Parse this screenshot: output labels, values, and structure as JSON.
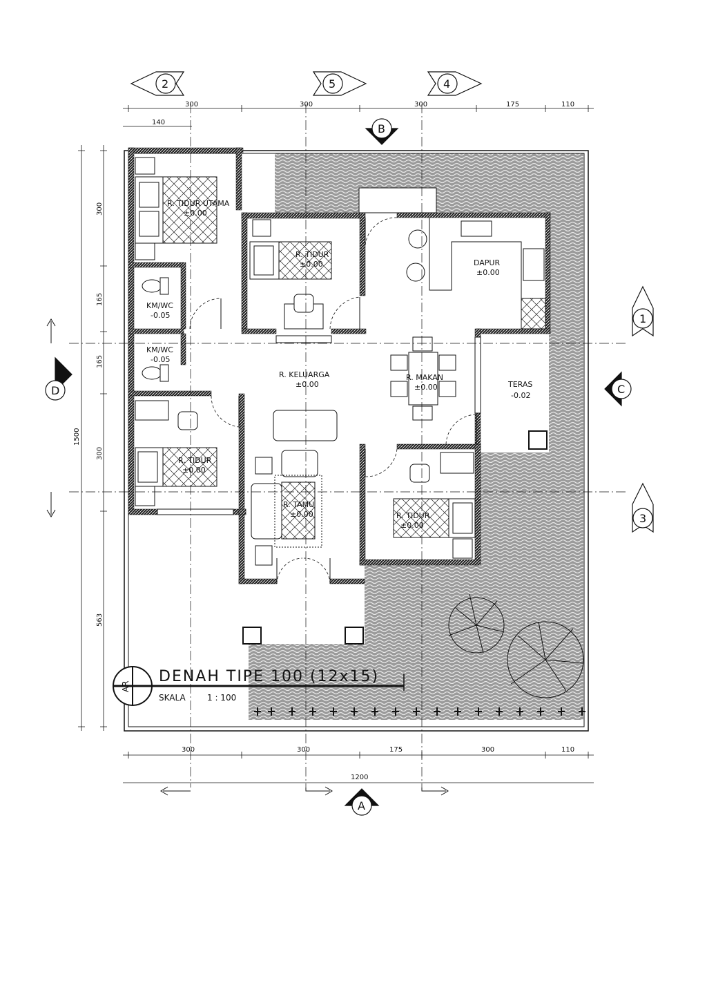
{
  "drawing": {
    "title": "DENAH TIPE 100 (12x15)",
    "scale_label": "SKALA",
    "scale_value": "1 : 100",
    "badge": "AR"
  },
  "rooms": {
    "master_bedroom": {
      "name": "R. TIDUR UTAMA",
      "level": "±0.00"
    },
    "bedroom_1": {
      "name": "R. TIDUR",
      "level": "±0.00"
    },
    "bedroom_2": {
      "name": "R. TIDUR",
      "level": "±0.00"
    },
    "bedroom_3": {
      "name": "R. TIDUR",
      "level": "±0.00"
    },
    "bath_1": {
      "name": "KM/WC",
      "level": "-0.05"
    },
    "bath_2": {
      "name": "KM/WC",
      "level": "-0.05"
    },
    "family_room": {
      "name": "R. KELUARGA",
      "level": "±0.00"
    },
    "dining": {
      "name": "R. MAKAN",
      "level": "±0.00"
    },
    "kitchen": {
      "name": "DAPUR",
      "level": "±0.00"
    },
    "terrace": {
      "name": "TERAS",
      "level": "-0.02"
    },
    "living": {
      "name": "R. TAMU",
      "level": "±0.00"
    }
  },
  "grid_markers": {
    "top": [
      "2",
      "5",
      "4"
    ],
    "right": [
      "1",
      "3"
    ],
    "section": {
      "top": "B",
      "bottom": "A",
      "left": "D",
      "right": "C"
    }
  },
  "dimensions": {
    "top": [
      "300",
      "300",
      "300",
      "175",
      "110"
    ],
    "top_sub": "140",
    "bottom": [
      "300",
      "300",
      "175",
      "300",
      "110"
    ],
    "bottom_total": "1200",
    "left": [
      "300",
      "165",
      "165",
      "300",
      "563"
    ],
    "left_total": "1500"
  }
}
